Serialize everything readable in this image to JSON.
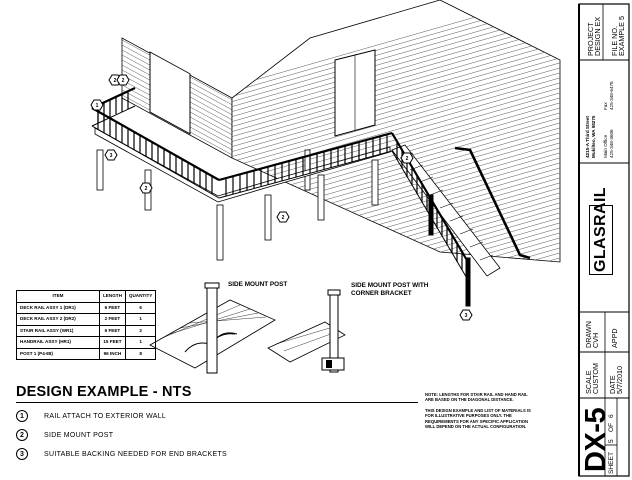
{
  "mount_labels": {
    "side_mount_post": "SIDE MOUNT POST",
    "corner_line1": "SIDE MOUNT POST WITH",
    "corner_line2": "CORNER BRACKET"
  },
  "materials_table": {
    "headers": [
      "ITEM",
      "LENGTH",
      "QUANTITY"
    ],
    "rows": [
      [
        "DECK RAIL ASSY 1 (DR1)",
        "6 FEET",
        "6"
      ],
      [
        "DECK RAIL ASSY 2 (DR2)",
        "2 FEET",
        "1"
      ],
      [
        "STAIR RAIL ASSY (WR1)",
        "6 FEET",
        "2"
      ],
      [
        "HANDRAIL ASSY (HR1)",
        "15 FEET",
        "1"
      ],
      [
        "POST 1 (P4-88)",
        "96 INCH",
        "8"
      ]
    ]
  },
  "design_title": "DESIGN EXAMPLE - NTS",
  "notes": [
    {
      "num": "1",
      "text": "RAIL ATTACH TO EXTERIOR WALL"
    },
    {
      "num": "2",
      "text": "SIDE MOUNT POST"
    },
    {
      "num": "3",
      "text": "SUITABLE BACKING NEEDED FOR END BRACKETS"
    }
  ],
  "disclaimer": [
    "NOTE: LENGTHS FOR STAIR RAIL AND HAND RAIL ARE BASED ON THE DIAGONAL DISTANCE.",
    "THIS DESIGN EXAMPLE AND LIST OF MATERIALS IS FOR ILLUSTRATIVE PURPOSES ONLY. THE REQUIREMENTS FOR ANY SPECIFIC APPLICATION WILL DEPEND ON THE ACTUAL CONFIGURATION."
  ],
  "callout_labels": {
    "c1": "1",
    "c2": "2",
    "c3": "3"
  },
  "title_block": {
    "project_label": "PROJECT",
    "project_value": "DESIGN EX",
    "file_label": "FILE NO.",
    "file_value": "EXAMPLE 5",
    "address1": "4215-A Third Street",
    "address2": "Mukilteo, WA 98275",
    "main_office_label": "Main Office",
    "main_office_phone": "425-348-3606",
    "fax_label": "Fax",
    "fax_phone": "425-348-6478",
    "logo_text": "GLASRAIL",
    "drawn_label": "DRAWN",
    "drawn_value": "CVH",
    "appd_label": "APPD",
    "scale_label": "SCALE",
    "scale_value": "CUSTOM",
    "date_label": "DATE",
    "date_value": "5/7/2010",
    "sheet_label": "SHEET",
    "sheet_value": "5",
    "of_label": "OF",
    "of_value": "6",
    "drawing_number": "DX-5"
  },
  "colors": {
    "ink": "#000000",
    "paper": "#ffffff",
    "siding": "#555555"
  }
}
